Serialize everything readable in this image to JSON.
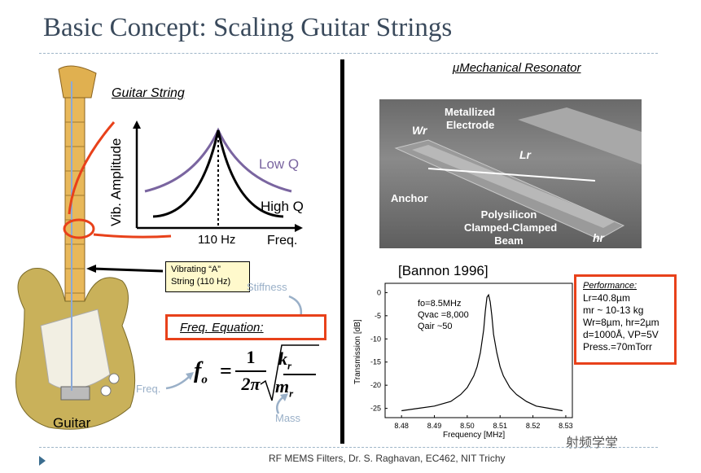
{
  "title": "Basic Concept: Scaling Guitar Strings",
  "left": {
    "guitar_string_label": "Guitar String",
    "y_axis_label": "Vib. Amplitude",
    "low_q_label": "Low Q",
    "high_q_label": "High Q",
    "freq_tick_label": "110 Hz",
    "freq_axis_label": "Freq.",
    "callout_line1": "Vibrating “A”",
    "callout_line2": "String (110 Hz)",
    "stiffness_label": "Stiffness",
    "freq_equation_label": "Freq. Equation:",
    "equation_lhs_f": "f",
    "equation_lhs_sub": "o",
    "equation_eq": "=",
    "equation_one": "1",
    "equation_two_pi": "2π",
    "equation_k": "k",
    "equation_k_sub": "r",
    "equation_m": "m",
    "equation_m_sub": "r",
    "freq_label": "Freq.",
    "mass_label": "Mass",
    "guitar_label": "Guitar"
  },
  "right": {
    "resonator_label": "μMechanical Resonator",
    "sem_metallized": "Metallized",
    "sem_electrode": "Electrode",
    "sem_wr": "Wr",
    "sem_lr": "Lr",
    "sem_anchor": "Anchor",
    "sem_poly1": "Polysilicon",
    "sem_poly2": "Clamped-Clamped",
    "sem_poly3": "Beam",
    "sem_hr": "hr",
    "citation": "[Bannon 1996]",
    "fo_text": "fo=8.5MHz",
    "qvac_text": "Qvac =8,000",
    "qair_text": "Qair ~50",
    "ylabel": "Transmission [dB]",
    "xlabel": "Frequency [MHz]",
    "performance_title": "Performance:",
    "perf_lines": [
      "Lr=40.8µm",
      "mr ~ 10-13 kg",
      "Wr=8µm, hr=2µm",
      "d=1000Å, VP=5V",
      "Press.=70mTorr"
    ]
  },
  "chart_data": {
    "type": "line",
    "xlabel": "Frequency [MHz]",
    "ylabel": "Transmission [dB]",
    "xlim": [
      8.475,
      8.532
    ],
    "ylim": [
      -27,
      2
    ],
    "x_ticks": [
      "8.48",
      "8.49",
      "8.50",
      "8.51",
      "8.52",
      "8.53"
    ],
    "y_ticks": [
      "0",
      "-5",
      "-10",
      "-15",
      "-20",
      "-25"
    ],
    "x": [
      8.48,
      8.485,
      8.49,
      8.495,
      8.498,
      8.5,
      8.502,
      8.503,
      8.504,
      8.505,
      8.5055,
      8.506,
      8.5065,
      8.507,
      8.5075,
      8.508,
      8.509,
      8.51,
      8.511,
      8.513,
      8.515,
      8.518,
      8.521,
      8.525,
      8.529
    ],
    "y": [
      -25.5,
      -25,
      -24.5,
      -23.5,
      -22,
      -20.5,
      -18,
      -16,
      -13,
      -8,
      -4,
      -1,
      -0.5,
      -2,
      -5,
      -9,
      -13,
      -16,
      -18,
      -20.5,
      -22,
      -23.5,
      -24.5,
      -25,
      -25.5
    ]
  },
  "footer": "RF MEMS Filters, Dr. S. Raghavan, EC462, NIT Trichy",
  "watermark": "射频学堂"
}
